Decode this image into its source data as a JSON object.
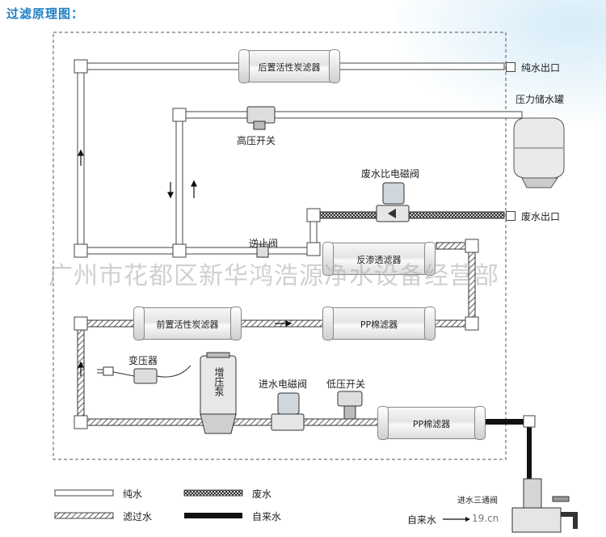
{
  "title": "过滤原理图：",
  "components": {
    "post_carbon": "后置活性炭滤器",
    "pure_outlet": "纯水出口",
    "tank": "压力储水罐",
    "hp_switch": "高压开关",
    "waste_ratio_valve": "废水比电磁阀",
    "waste_outlet": "废水出口",
    "check_valve": "逆止阀",
    "ro_filter": "反渗透滤器",
    "pre_carbon": "前置活性炭滤器",
    "pp_filter_mid": "PP棉滤器",
    "transformer": "变压器",
    "booster_pump": "增压泵",
    "inlet_valve": "进水电磁阀",
    "lp_switch": "低压开关",
    "pp_filter_bottom": "PP棉滤器",
    "three_way_valve": "进水三通阀",
    "tap_water_in": "自来水"
  },
  "watermark": "广州市花都区新华鸿浩源净水设备经营部",
  "footer_url_fragment": "19.cn",
  "legend": {
    "pure_water": "纯水",
    "waste_water": "废水",
    "filtered_water": "滤过水",
    "tap_water": "自来水"
  }
}
